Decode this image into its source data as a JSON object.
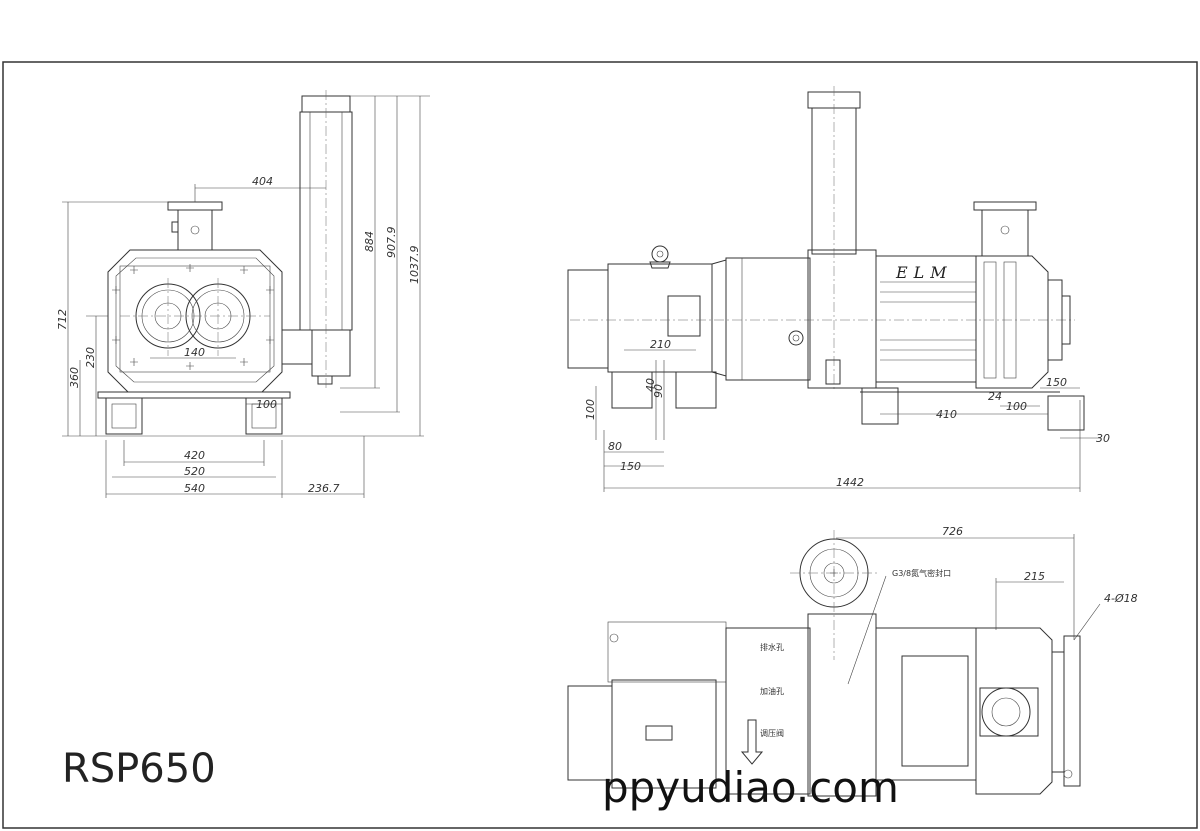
{
  "brand_label": "ELM",
  "model_name": "RSP650",
  "watermark": "ppyudiao.com",
  "front_view": {
    "dims": {
      "d404": "404",
      "d884": "884",
      "d907_9": "907.9",
      "d1037_9": "1037.9",
      "d712": "712",
      "d230": "230",
      "d360": "360",
      "d140": "140",
      "d100": "100",
      "d420": "420",
      "d520": "520",
      "d540": "540",
      "d236_7": "236.7"
    }
  },
  "side_view": {
    "dims": {
      "d210": "210",
      "d40": "40",
      "d90": "90",
      "d100a": "100",
      "d80": "80",
      "d150a": "150",
      "d410": "410",
      "d24": "24",
      "d100b": "100",
      "d150b": "150",
      "d30": "30",
      "d1442": "1442"
    }
  },
  "top_view": {
    "dims": {
      "d726": "726",
      "d215": "215",
      "holes": "4-Ø18",
      "port": "G3/8氮气密封口"
    },
    "port_labels": [
      "排水孔",
      "加油孔",
      "调压阀"
    ]
  }
}
